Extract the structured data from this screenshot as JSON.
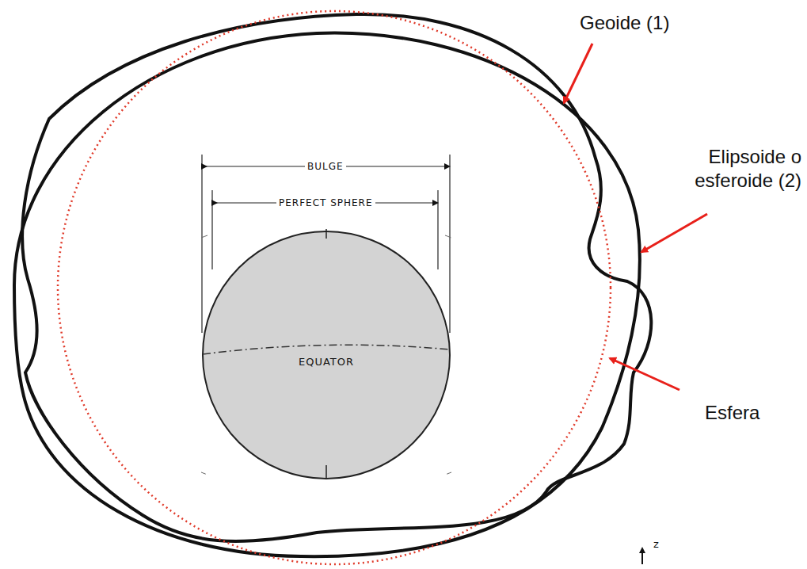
{
  "diagram": {
    "nodes": [
      {
        "text": [
          "EQUATOR"
        ]
      }
    ],
    "labels": [
      "Geoide (1)",
      "Elipsoide o esferoide (2)",
      "Esfera",
      "BULGE",
      "PERFECT SPHERE",
      "z"
    ]
  }
}
